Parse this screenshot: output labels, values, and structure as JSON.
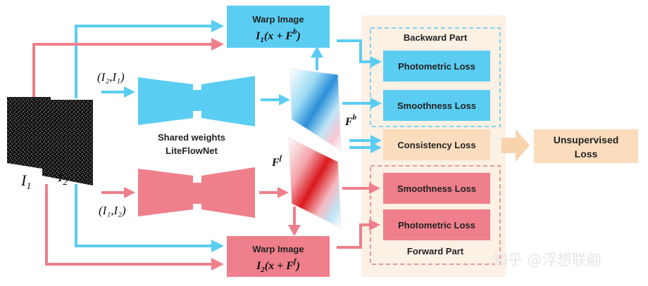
{
  "colors": {
    "blue": "#5bcdf2",
    "pink": "#ee7f8b",
    "peach_bg": "#fdf0e4",
    "peach_box": "#fbdcbd",
    "peach_arrow": "#f9d3ae",
    "dash_blue": "#58c9ee",
    "dash_pink": "#e07a86"
  },
  "inputs": {
    "frame1_label": "I",
    "frame1_sub": "1",
    "frame2_label": "I",
    "frame2_sub": "2"
  },
  "network": {
    "top_input_pair": "(I₂,I₁)",
    "bottom_input_pair": "(I₁,I₂)",
    "shared_line1": "Shared weights",
    "shared_line2": "LiteFlowNet"
  },
  "flows": {
    "backward_label": "F",
    "backward_sup": "b",
    "forward_label": "F",
    "forward_sup": "f"
  },
  "warp_top": {
    "title": "Warp Image",
    "formula_i": "I",
    "formula_sub": "1",
    "formula_mid": "(x + F",
    "formula_sup": "b",
    "formula_end": ")"
  },
  "warp_bottom": {
    "title": "Warp Image",
    "formula_i": "I",
    "formula_sub": "2",
    "formula_mid": "(x + F",
    "formula_sup": "f",
    "formula_end": ")"
  },
  "backward_part": {
    "title": "Backward Part",
    "loss1": "Photometric Loss",
    "loss2": "Smoothness Loss"
  },
  "consistency_loss": "Consistency Loss",
  "forward_part": {
    "title": "Forward Part",
    "loss1": "Smoothness Loss",
    "loss2": "Photometric Loss"
  },
  "output": {
    "line1": "Unsupervised",
    "line2": "Loss"
  },
  "watermark": "知乎 @浮想联翩"
}
